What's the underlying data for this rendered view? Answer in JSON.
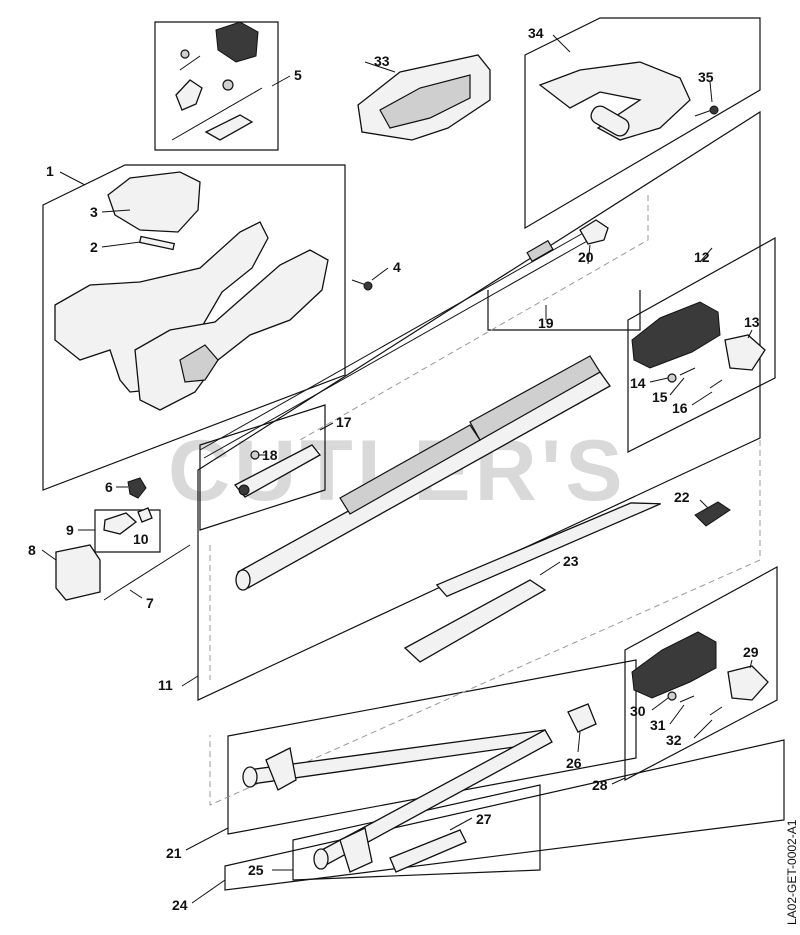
{
  "watermark": "CUTLER'S",
  "reference_code": "LA02-GET-0002-A1",
  "callouts": {
    "c1": "1",
    "c2": "2",
    "c3": "3",
    "c4": "4",
    "c5": "5",
    "c6": "6",
    "c7": "7",
    "c8": "8",
    "c9": "9",
    "c10": "10",
    "c11": "11",
    "c12": "12",
    "c13": "13",
    "c14": "14",
    "c15": "15",
    "c16": "16",
    "c17": "17",
    "c18": "18",
    "c19": "19",
    "c20": "20",
    "c21": "21",
    "c22": "22",
    "c23": "23",
    "c24": "24",
    "c25": "25",
    "c26": "26",
    "c27": "27",
    "c28": "28",
    "c29": "29",
    "c30": "30",
    "c31": "31",
    "c32": "32",
    "c33": "33",
    "c34": "34",
    "c35": "35"
  }
}
